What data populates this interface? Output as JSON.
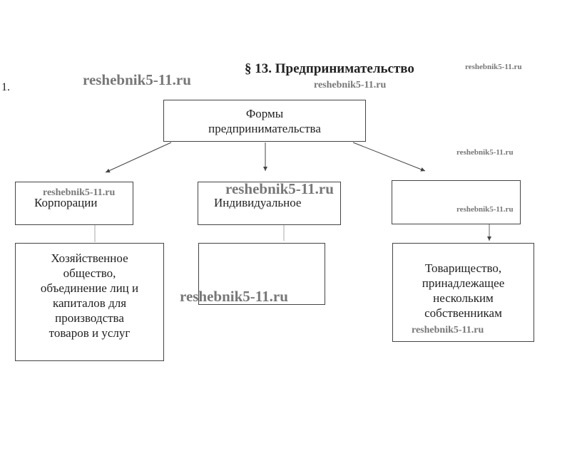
{
  "number": "1.",
  "title": "§ 13. Предпринимательство",
  "watermark": "reshebnik5-11.ru",
  "root": {
    "line1": "Формы",
    "line2": "предпринимательства"
  },
  "level1": [
    "Корпорации",
    "Индивидуальное",
    ""
  ],
  "level2": [
    [
      "Хозяйственное",
      "общество,",
      "объединение лиц и",
      "капиталов для",
      "производства",
      "товаров и услуг"
    ],
    [],
    [
      "Товарищество,",
      "принадлежащее",
      "нескольким",
      "собственникам"
    ]
  ]
}
